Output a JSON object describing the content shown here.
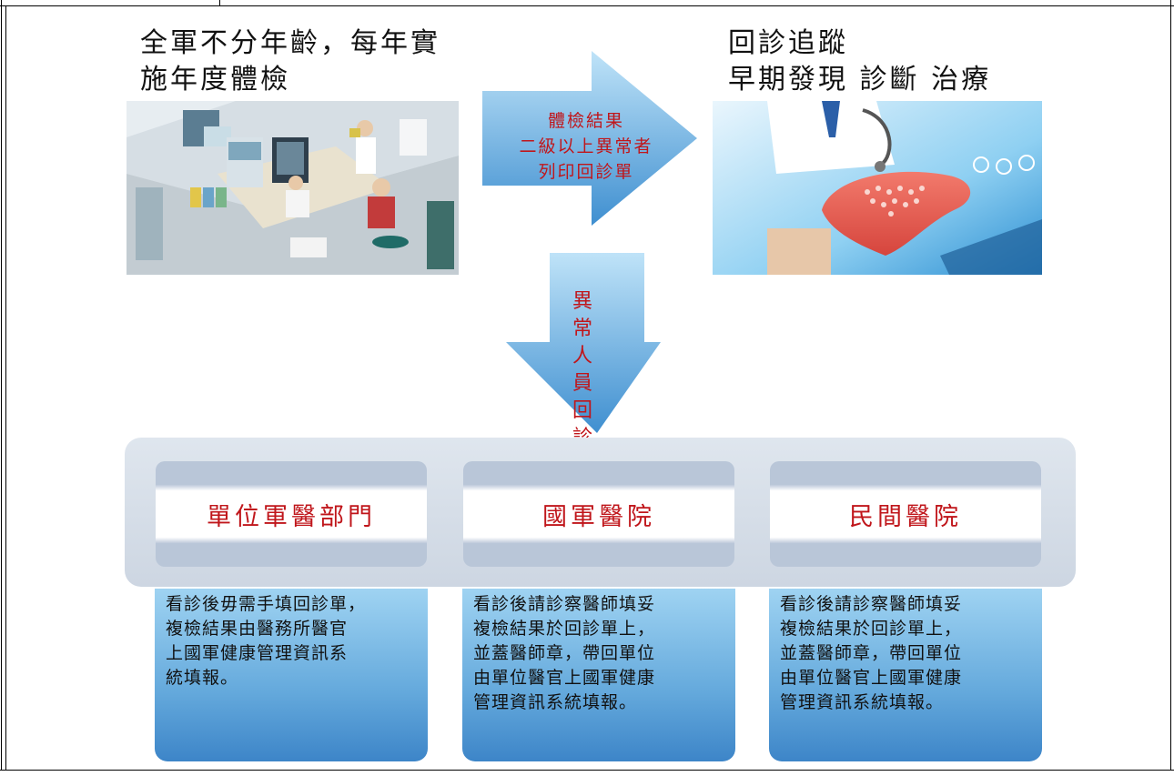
{
  "captions": {
    "left": "全軍不分年齡，每年實\n施年度體檢",
    "right": "回診追蹤\n早期發現 診斷 治療"
  },
  "arrows": {
    "right_text": "體檢結果\n二級以上異常者\n列印回診單",
    "down_text": "異常人員回診結果"
  },
  "destinations": [
    {
      "label": "單位軍醫部門",
      "note": "看診後毋需手填回診單，\n複檢結果由醫務所醫官\n上國軍健康管理資訊系\n統填報。"
    },
    {
      "label": "國軍醫院",
      "note": "看診後請診察醫師填妥\n複檢結果於回診單上，\n並蓋醫師章，帶回單位\n由單位醫官上國軍健康\n管理資訊系統填報。"
    },
    {
      "label": "民間醫院",
      "note": "看診後請診察醫師填妥\n複檢結果於回診單上，\n並蓋醫師章，帶回單位\n由單位醫官上國軍健康\n管理資訊系統填報。"
    }
  ],
  "illustrations": {
    "left": "clinic-illustration",
    "right": "doctor-liver-illustration"
  },
  "colors": {
    "label_red": "#c0161b",
    "arrow_light": "#bfe3f8",
    "arrow_dark": "#3f8fd0",
    "note_light": "#9fd3f2",
    "note_dark": "#3d85c8"
  }
}
